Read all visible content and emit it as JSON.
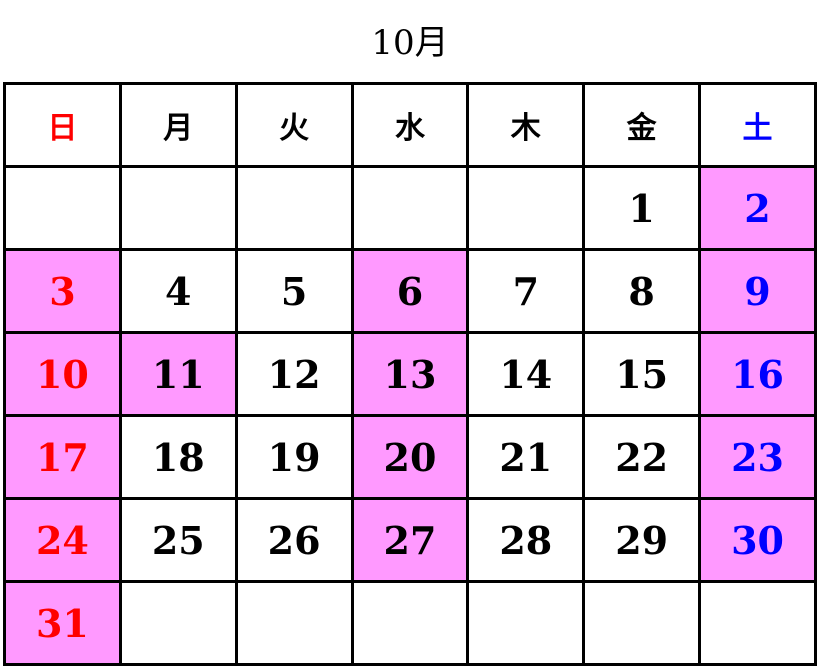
{
  "title": "10月",
  "colors": {
    "sunday": "#ff0000",
    "saturday": "#0000ff",
    "highlight": "#ff99ff",
    "border": "#000000"
  },
  "weekdays": [
    "日",
    "月",
    "火",
    "水",
    "木",
    "金",
    "土"
  ],
  "weeks": [
    [
      "",
      "",
      "",
      "",
      "",
      "1",
      "2"
    ],
    [
      "3",
      "4",
      "5",
      "6",
      "7",
      "8",
      "9"
    ],
    [
      "10",
      "11",
      "12",
      "13",
      "14",
      "15",
      "16"
    ],
    [
      "17",
      "18",
      "19",
      "20",
      "21",
      "22",
      "23"
    ],
    [
      "24",
      "25",
      "26",
      "27",
      "28",
      "29",
      "30"
    ],
    [
      "31",
      "",
      "",
      "",
      "",
      "",
      ""
    ]
  ],
  "highlighted_days": [
    "2",
    "3",
    "6",
    "9",
    "10",
    "11",
    "13",
    "16",
    "17",
    "20",
    "23",
    "24",
    "27",
    "30",
    "31"
  ]
}
